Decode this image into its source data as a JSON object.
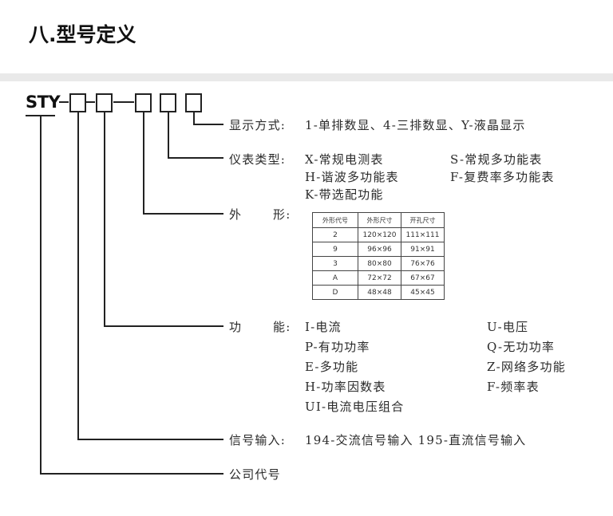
{
  "title": "八.型号定义",
  "model_prefix": "STY",
  "labels": {
    "display": "显示方式:",
    "meter_type": "仪表类型:",
    "shape_a": "外",
    "shape_b": "形:",
    "function_a": "功",
    "function_b": "能:",
    "signal": "信号输入:",
    "company": "公司代号"
  },
  "display_text": "1-单排数显、4-三排数显、Y-液晶显示",
  "meter_type": {
    "x": "X-常规电测表",
    "s": "S-常规多功能表",
    "h": "H-谐波多功能表",
    "f": "F-复费率多功能表",
    "k": "K-带选配功能"
  },
  "shape_table": {
    "headers": [
      "外形代号",
      "外形尺寸",
      "开孔尺寸"
    ],
    "rows": [
      [
        "2",
        "120×120",
        "111×111"
      ],
      [
        "9",
        "96×96",
        "91×91"
      ],
      [
        "3",
        "80×80",
        "76×76"
      ],
      [
        "A",
        "72×72",
        "67×67"
      ],
      [
        "D",
        "48×48",
        "45×45"
      ]
    ]
  },
  "functions": {
    "i": "I-电流",
    "u": "U-电压",
    "p": "P-有功功率",
    "q": "Q-无功功率",
    "e": "E-多功能",
    "z": "Z-网络多功能",
    "h": "H-功率因数表",
    "f": "F-频率表",
    "ui": "UI-电流电压组合"
  },
  "signal_text": "194-交流信号输入 195-直流信号输入"
}
